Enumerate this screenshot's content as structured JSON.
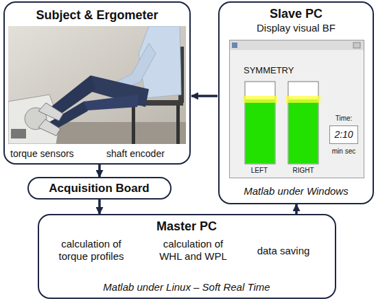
{
  "diagram": {
    "nodes": [
      {
        "text": [
          "Subject & Ergometer",
          "torque sensors",
          "shaft encoder"
        ]
      },
      {
        "text": [
          "Slave PC",
          "Display visual BF",
          "Matlab under Windows"
        ]
      },
      {
        "text": [
          "SYMMETRY",
          "LEFT",
          "RIGHT",
          "Time:",
          "min sec"
        ],
        "in": 1
      },
      {
        "text": [
          "2:10"
        ],
        "in": 2
      },
      {
        "text": [
          "Acquisition Board"
        ]
      },
      {
        "text": [
          "Master PC",
          "Matlab under Linux – Soft Real Time"
        ]
      },
      {
        "text": [
          "calculation of torque profiles"
        ],
        "in": 5
      },
      {
        "text": [
          "calculation of WHL and WPL"
        ],
        "in": 5
      },
      {
        "text": [
          "data saving"
        ],
        "in": 5
      }
    ],
    "edges": [
      {
        "from": 0,
        "to": 4,
        "arrow": "to"
      },
      {
        "from": 4,
        "to": 5,
        "arrow": "to"
      },
      {
        "from": 5,
        "to": 1,
        "arrow": "to"
      },
      {
        "from": 1,
        "to": 0,
        "arrow": "to"
      },
      {
        "from": 6,
        "to": 7,
        "arrow": "to"
      },
      {
        "from": 7,
        "to": 8,
        "arrow": "to"
      }
    ]
  }
}
